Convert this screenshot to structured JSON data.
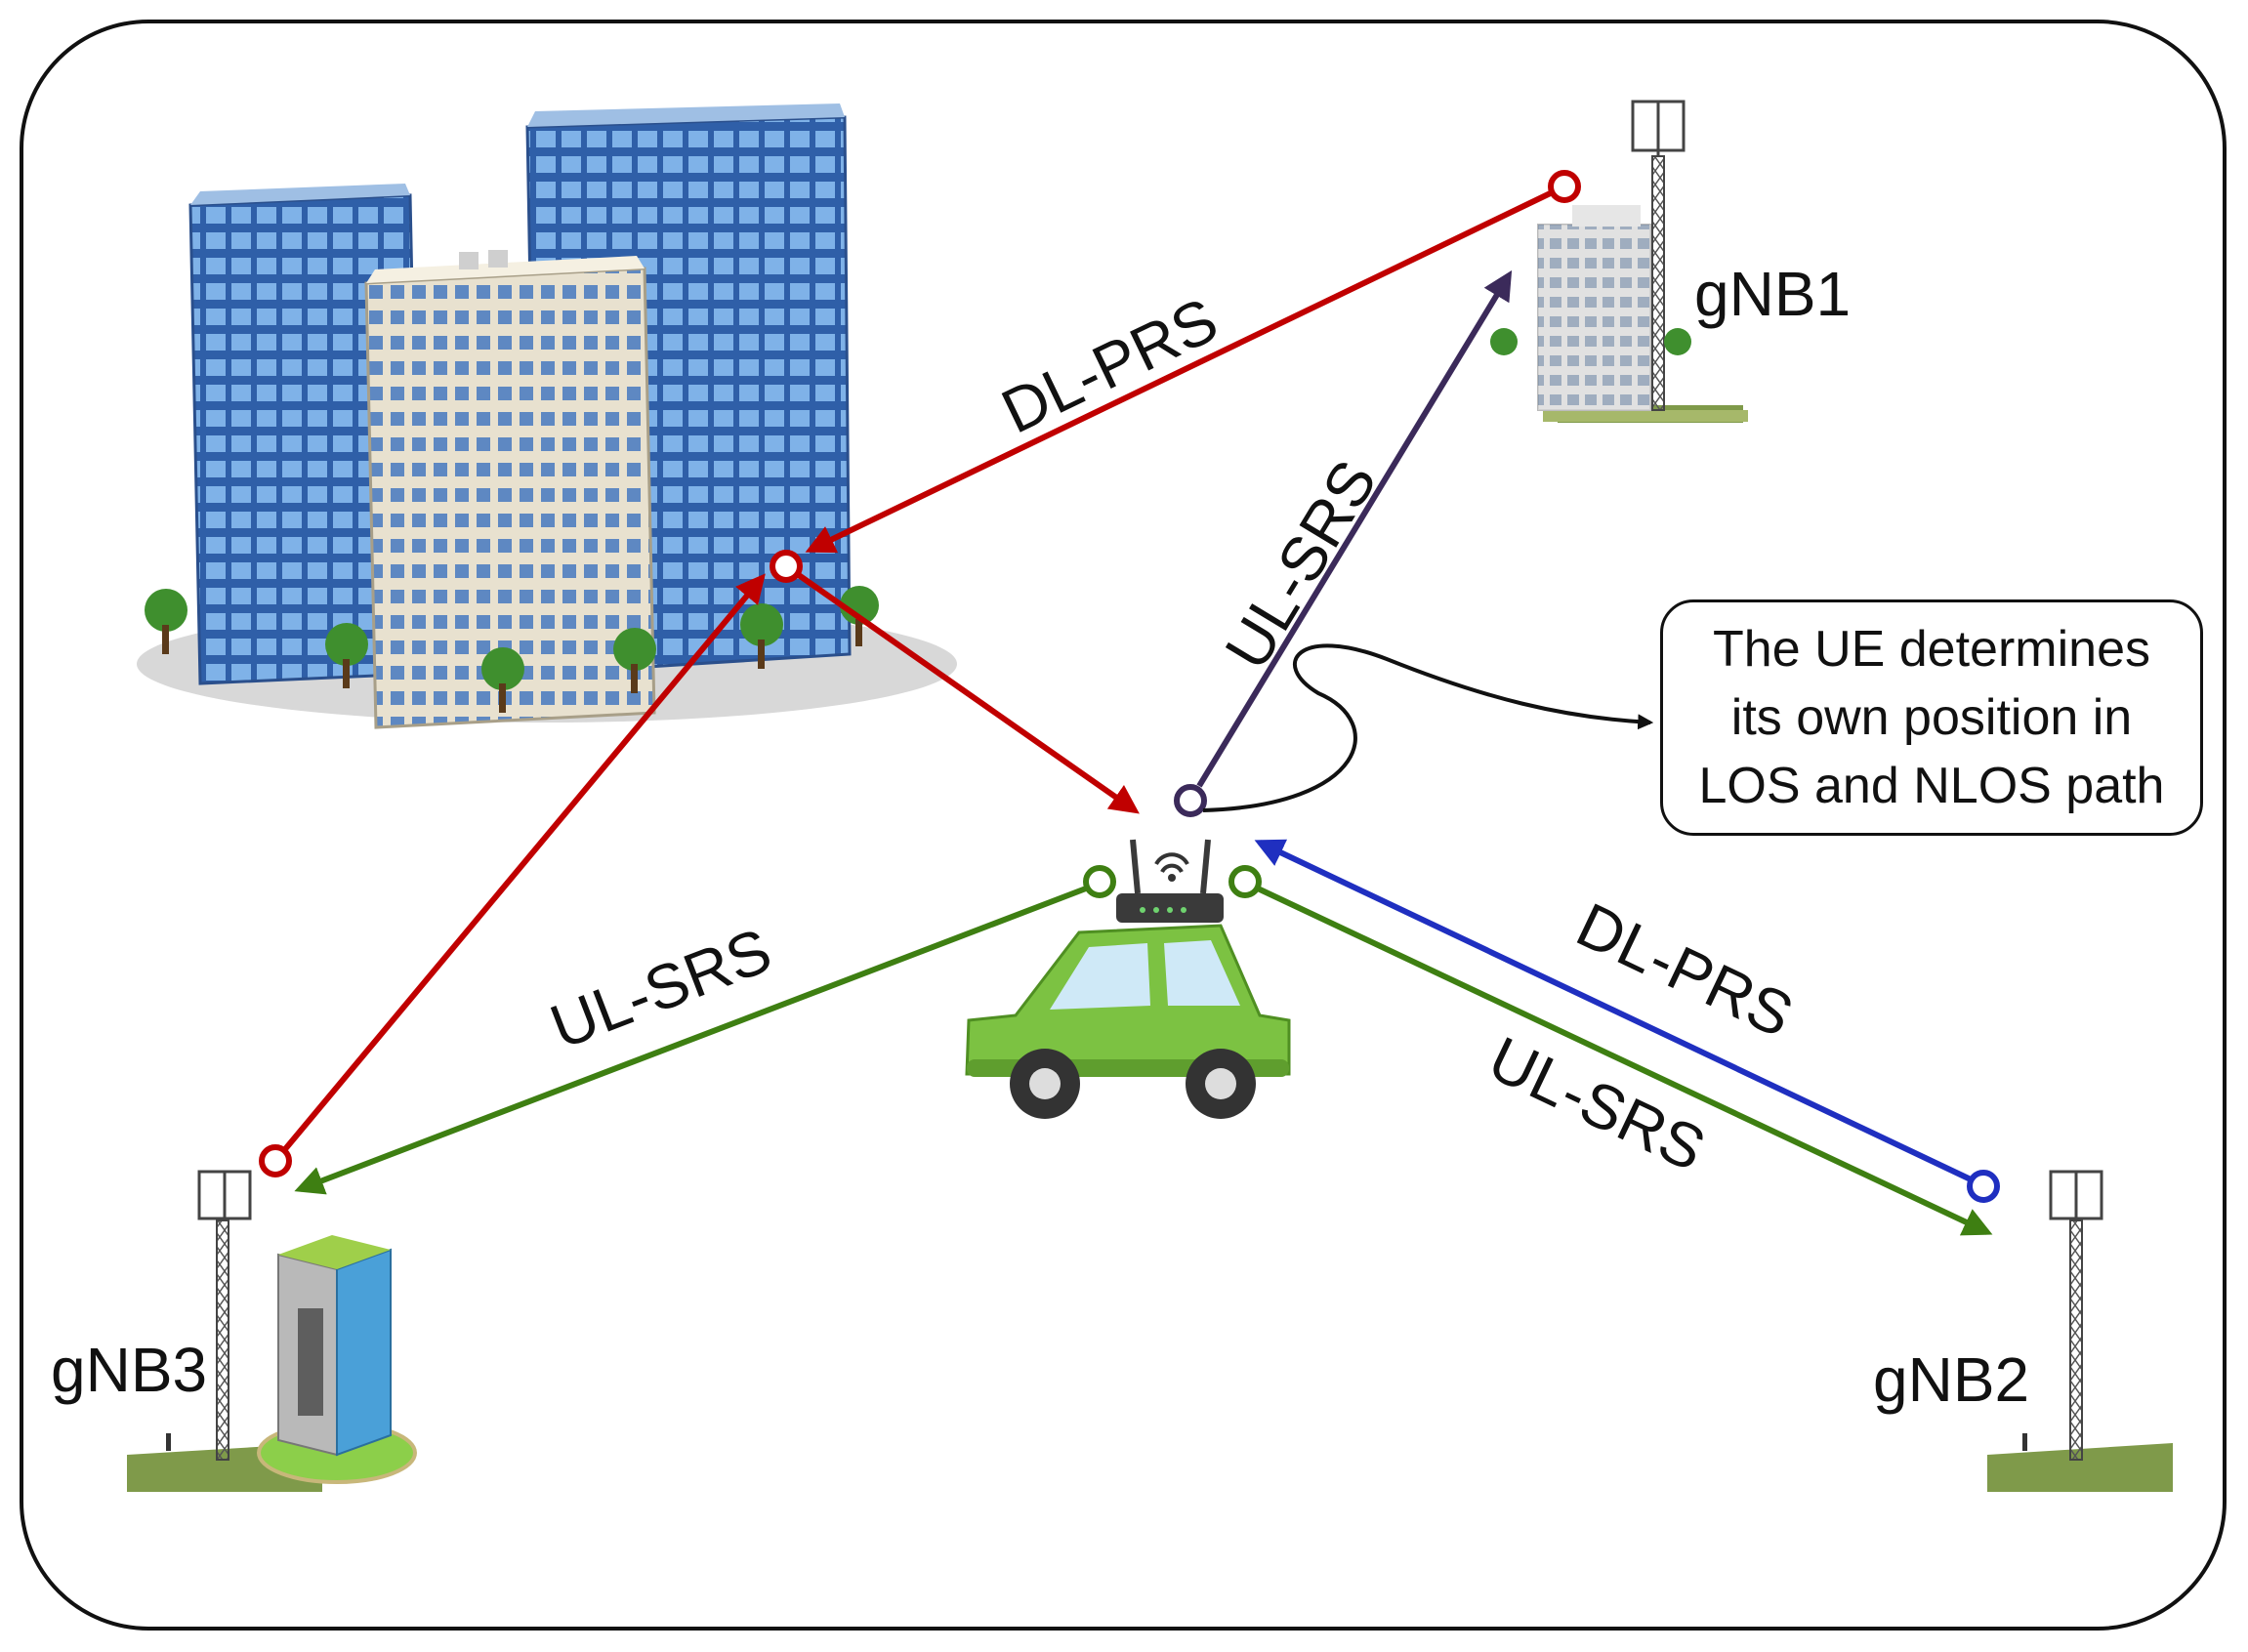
{
  "stations": {
    "gnb1": "gNB1",
    "gnb2": "gNB2",
    "gnb3": "gNB3"
  },
  "signals": {
    "dl_prs_gnb1": "DL-PRS",
    "ul_srs_gnb1": "UL-SRS",
    "ul_srs_gnb3": "UL-SRS",
    "dl_prs_gnb2": "DL-PRS",
    "ul_srs_gnb2": "UL-SRS"
  },
  "note": {
    "lines": [
      "The UE determines",
      "its own position in",
      "LOS and NLOS path"
    ]
  },
  "colors": {
    "dl_prs_nlos": "#c00000",
    "ul_srs_gnb1": "#3b2a5a",
    "ul_srs_green": "#3e7f12",
    "dl_prs_gnb2": "#1f2fc0",
    "car": "#7cc242",
    "building_blue": "#3c6fb8"
  }
}
